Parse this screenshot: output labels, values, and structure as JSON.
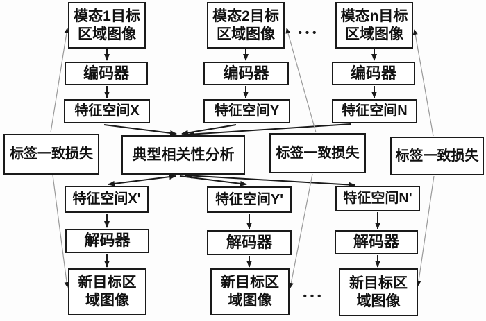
{
  "diagram": {
    "top_row": {
      "modality1": "模态1目标\n区域图像",
      "modality2": "模态2目标\n区域图像",
      "modality_n": "模态n目标\n区域图像",
      "ellipsis": "•••"
    },
    "encoders": {
      "enc1": "编码器",
      "enc2": "编码器",
      "enc_n": "编码器"
    },
    "feature_spaces": {
      "x": "特征空间X",
      "y": "特征空间Y",
      "n": "特征空间N"
    },
    "middle_row": {
      "label_loss_left": "标签一致损失",
      "cca": "典型相关性分析",
      "label_loss_mid": "标签一致损失",
      "label_loss_right": "标签一致损失"
    },
    "projected_feature_spaces": {
      "x": "特征空间X'",
      "y": "特征空间Y'",
      "n": "特征空间N'"
    },
    "decoders": {
      "dec1": "解码器",
      "dec2": "解码器",
      "dec_n": "解码器"
    },
    "bottom_row": {
      "new_image1": "新目标区\n域图像",
      "new_image2": "新目标区\n域图像",
      "new_image_n": "新目标区\n域图像",
      "ellipsis": "•••"
    },
    "colors": {
      "box_border": "#1a1a1a",
      "text": "#111111",
      "connector": "#1a1a1a",
      "loss_connector": "#9a9a9a",
      "background": "#fdfdfd"
    }
  }
}
